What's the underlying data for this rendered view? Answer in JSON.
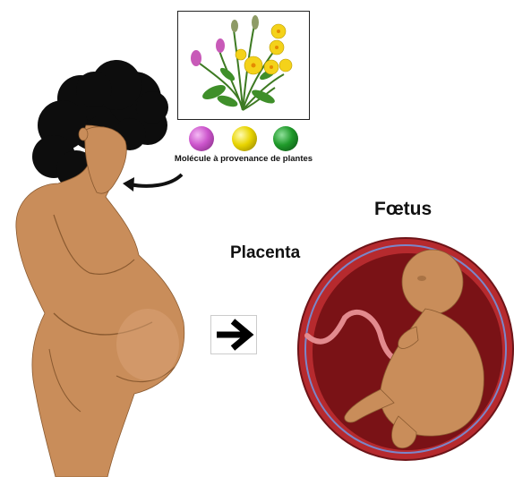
{
  "caption": "Molécule à provenance de plantes",
  "labels": {
    "foetus": "Fœtus",
    "placenta": "Placenta"
  },
  "molecule_colors": [
    "#cc55cc",
    "#e8d400",
    "#1f9a2a"
  ],
  "skin_color": "#c98d5a",
  "womb_color": "#7a1216"
}
